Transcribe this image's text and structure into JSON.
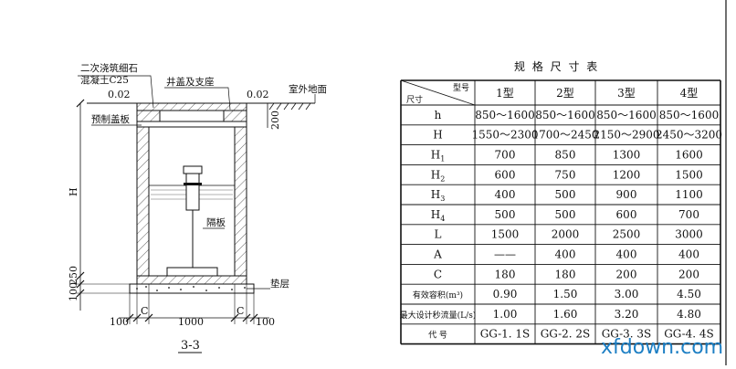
{
  "drawing": {
    "section_label": "3-3",
    "labels": {
      "pour_concrete_line1": "二次浇筑细石",
      "pour_concrete_line2": "混凝土C25",
      "cover_and_frame": "井盖及支座",
      "outdoor_ground": "室外地面",
      "precast_cover": "预制盖板",
      "partition": "隔板",
      "cushion": "垫层"
    },
    "dims": {
      "top_left_002": "0.02",
      "top_right_002": "0.02",
      "d200": "200",
      "H": "H",
      "d250": "250",
      "d100_vert": "100",
      "d100_left": "100",
      "C_left": "C",
      "d1000": "1000",
      "C_right": "C",
      "d100_right": "100"
    }
  },
  "table": {
    "title": "规 格 尺 寸 表",
    "header_type": "型号",
    "header_size": "尺寸",
    "columns": [
      "1型",
      "2型",
      "3型",
      "4型"
    ],
    "rows": [
      {
        "label": "h",
        "sub": "",
        "values": [
          "850～1600",
          "850～1600",
          "850～1600",
          "850～1600"
        ]
      },
      {
        "label": "H",
        "sub": "",
        "values": [
          "1550～2300",
          "1700～2450",
          "2150～2900",
          "2450～3200"
        ]
      },
      {
        "label": "H",
        "sub": "1",
        "values": [
          "700",
          "850",
          "1300",
          "1600"
        ]
      },
      {
        "label": "H",
        "sub": "2",
        "values": [
          "600",
          "750",
          "1200",
          "1500"
        ]
      },
      {
        "label": "H",
        "sub": "3",
        "values": [
          "400",
          "500",
          "900",
          "1100"
        ]
      },
      {
        "label": "H",
        "sub": "4",
        "values": [
          "500",
          "500",
          "600",
          "700"
        ]
      },
      {
        "label": "L",
        "sub": "",
        "values": [
          "1500",
          "2000",
          "2500",
          "3000"
        ]
      },
      {
        "label": "A",
        "sub": "",
        "values": [
          "——",
          "400",
          "400",
          "400"
        ]
      },
      {
        "label": "C",
        "sub": "",
        "values": [
          "180",
          "180",
          "200",
          "200"
        ]
      },
      {
        "label": "有效容积(m³)",
        "sub": "",
        "values": [
          "0.90",
          "1.50",
          "3.00",
          "4.50"
        ]
      },
      {
        "label": "最大设计秒流量(L/s)",
        "sub": "",
        "values": [
          "1.00",
          "1.60",
          "3.20",
          "4.80"
        ]
      },
      {
        "label": "代    号",
        "sub": "",
        "values": [
          "GG-1. 1S",
          "GG-2. 2S",
          "GG-3. 3S",
          "GG-4. 4S"
        ]
      }
    ]
  },
  "watermark": "xfdown.com"
}
